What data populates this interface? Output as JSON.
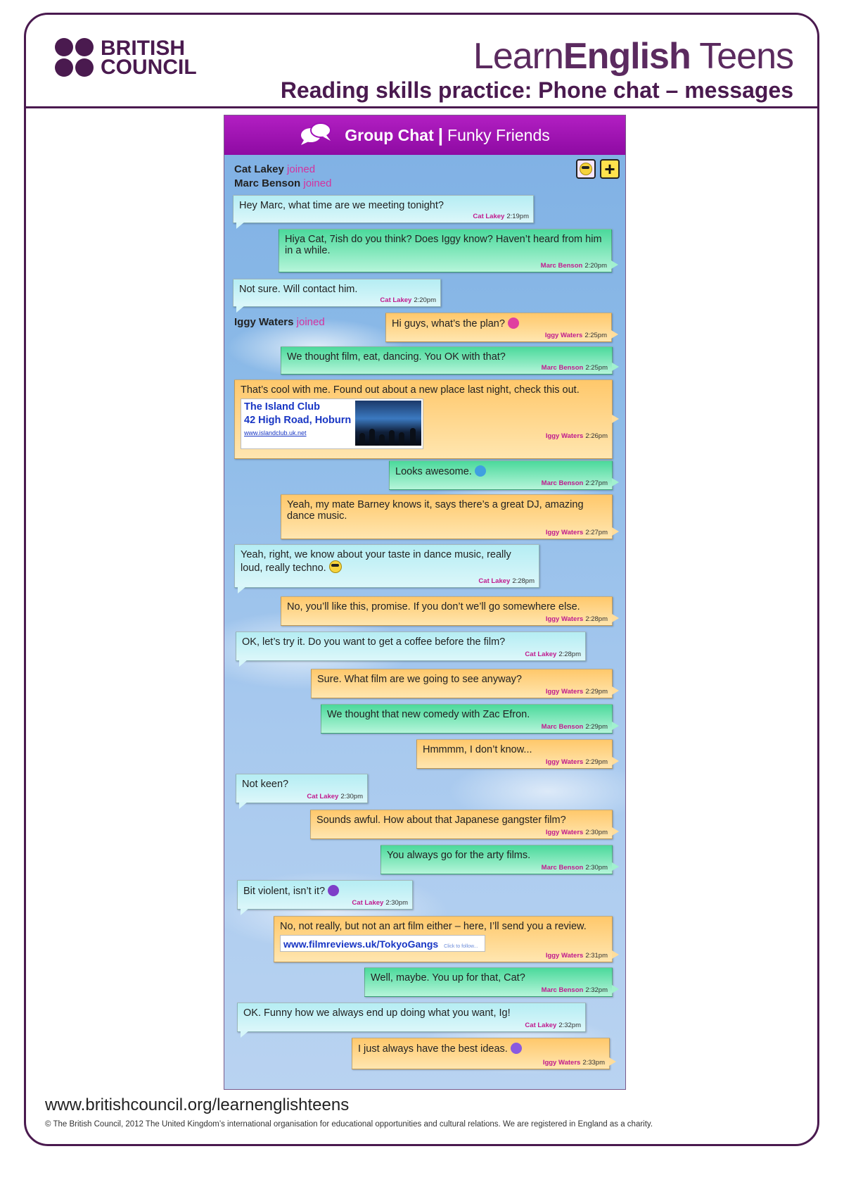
{
  "brand": {
    "council_line1": "BRITISH",
    "council_line2": "COUNCIL",
    "site_light": "Learn",
    "site_bold": "English",
    "site_light2": " Teens",
    "subtitle": "Reading skills practice: Phone chat – messages"
  },
  "chat": {
    "title": "Group Chat",
    "separator": "|",
    "group_name": "Funky Friends",
    "joined_word": "joined",
    "joined_users": [
      "Cat Lakey",
      "Marc Benson",
      "Iggy Waters"
    ],
    "club": {
      "name": "The Island Club",
      "address": "42 High Road, Hoburn",
      "url": "www.islandclub.uk.net"
    },
    "review": {
      "link": "www.filmreviews.uk/TokyoGangs",
      "hint": "Click to follow..."
    },
    "messages": [
      {
        "who": "Cat Lakey",
        "time": "2:19pm",
        "text": "Hey Marc, what time are we meeting tonight?"
      },
      {
        "who": "Marc Benson",
        "time": "2:20pm",
        "text": "Hiya Cat, 7ish do you think? Does Iggy know? Haven’t heard from him in a while."
      },
      {
        "who": "Cat Lakey",
        "time": "2:20pm",
        "text": "Not sure. Will contact him."
      },
      {
        "who": "Iggy Waters",
        "time": "2:25pm",
        "text": "Hi guys, what’s the plan?"
      },
      {
        "who": "Marc Benson",
        "time": "2:25pm",
        "text": "We thought film, eat, dancing. You OK with that?"
      },
      {
        "who": "Iggy Waters",
        "time": "2:26pm",
        "text": "That’s cool with me. Found out about a new place last night, check this out."
      },
      {
        "who": "Marc Benson",
        "time": "2:27pm",
        "text": "Looks awesome."
      },
      {
        "who": "Iggy Waters",
        "time": "2:27pm",
        "text": "Yeah, my mate Barney knows it, says there’s a great DJ, amazing dance music."
      },
      {
        "who": "Cat Lakey",
        "time": "2:28pm",
        "text": "Yeah, right, we know about your taste in dance music, really loud, really techno."
      },
      {
        "who": "Iggy Waters",
        "time": "2:28pm",
        "text": "No, you’ll like this, promise. If you don’t we’ll go somewhere else."
      },
      {
        "who": "Cat Lakey",
        "time": "2:28pm",
        "text": "OK, let’s try it. Do you want to get a coffee before the film?"
      },
      {
        "who": "Iggy Waters",
        "time": "2:29pm",
        "text": "Sure. What film are we going to see anyway?"
      },
      {
        "who": "Marc Benson",
        "time": "2:29pm",
        "text": "We thought that new comedy with Zac Efron."
      },
      {
        "who": "Iggy Waters",
        "time": "2:29pm",
        "text": "Hmmmm, I don’t know..."
      },
      {
        "who": "Cat Lakey",
        "time": "2:30pm",
        "text": "Not keen?"
      },
      {
        "who": "Iggy Waters",
        "time": "2:30pm",
        "text": "Sounds awful. How about that Japanese gangster film?"
      },
      {
        "who": "Marc Benson",
        "time": "2:30pm",
        "text": "You always go for the arty films."
      },
      {
        "who": "Cat Lakey",
        "time": "2:30pm",
        "text": "Bit violent, isn’t it?"
      },
      {
        "who": "Iggy Waters",
        "time": "2:31pm",
        "text": "No, not really, but not an art film either – here, I’ll send you a review."
      },
      {
        "who": "Marc Benson",
        "time": "2:32pm",
        "text": "Well, maybe. You up for that, Cat?"
      },
      {
        "who": "Cat Lakey",
        "time": "2:32pm",
        "text": "OK. Funny how we always end up doing what you want, Ig!"
      },
      {
        "who": "Iggy Waters",
        "time": "2:33pm",
        "text": "I just always have the best ideas."
      }
    ]
  },
  "footer": {
    "url": "www.britishcouncil.org/learnenglishteens",
    "copyright": "© The British Council, 2012 The United Kingdom’s international organisation for educational opportunities and cultural relations. We are registered in England as a charity."
  },
  "colors": {
    "brand_purple": "#4a1a4f",
    "header_magenta": "#a010b8",
    "cat_bubble": "#c9f2f6",
    "marc_bubble": "#6fe0ad",
    "iggy_bubble": "#ffd07c"
  }
}
